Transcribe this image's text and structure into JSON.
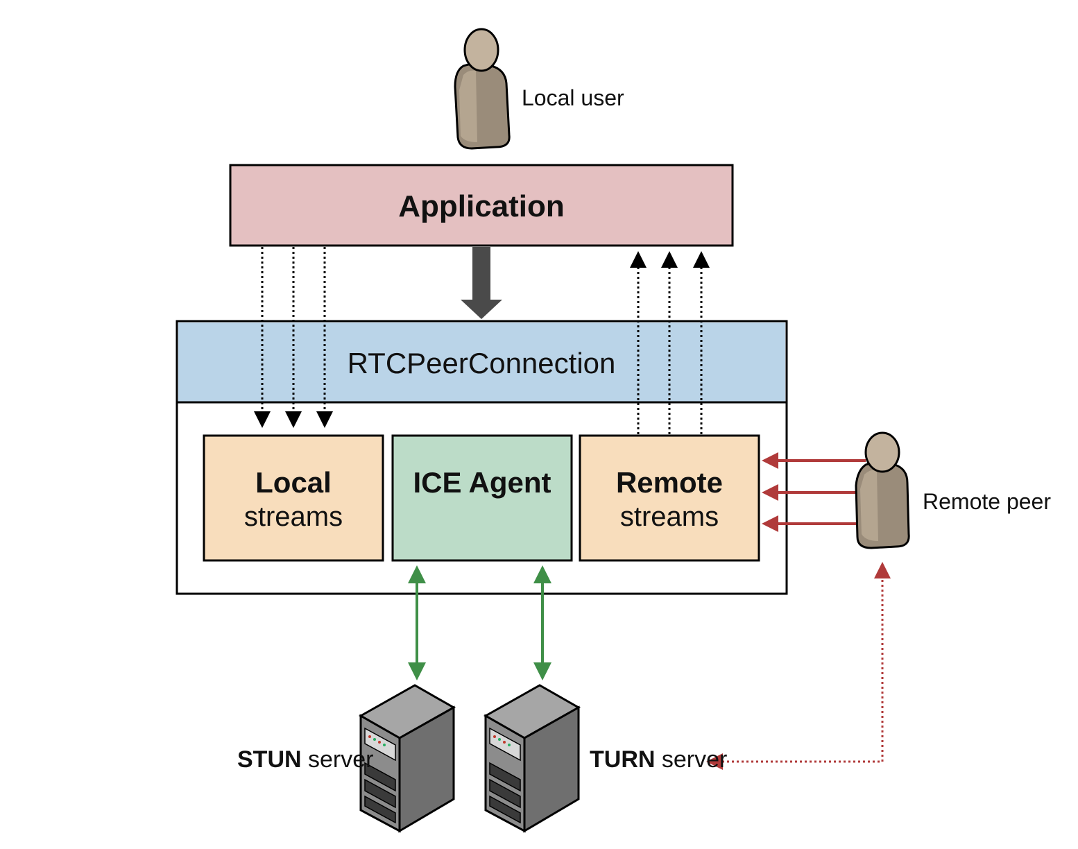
{
  "labels": {
    "local_user": "Local user",
    "application": "Application",
    "rtc_peer_connection": "RTCPeerConnection",
    "local_streams_line1": "Local",
    "local_streams_line2": "streams",
    "ice_agent": "ICE Agent",
    "remote_streams_line1": "Remote",
    "remote_streams_line2": "streams",
    "remote_peer": "Remote peer",
    "stun_bold": "STUN",
    "stun_rest": " server",
    "turn_bold": "TURN",
    "turn_rest": " server"
  },
  "colors": {
    "application_fill": "#e4c0c1",
    "rtc_fill": "#bad4e8",
    "streams_fill": "#f8ddbc",
    "ice_fill": "#bcdcc8",
    "green_arrow": "#3f8f47",
    "red_arrow": "#b03a3a",
    "dark_arrow": "#4a4a4a",
    "person_body": "#9a8c7a",
    "person_head": "#c3b39e"
  }
}
